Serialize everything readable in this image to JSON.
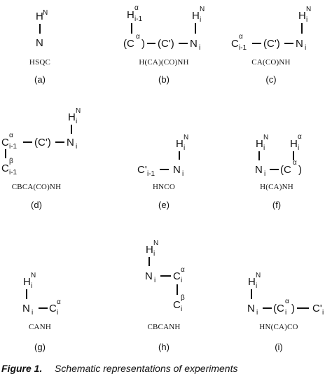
{
  "panels": {
    "a": {
      "name": "HSQC",
      "tag": "(a)"
    },
    "b": {
      "name": "H(CA)(CO)NH",
      "tag": "(b)"
    },
    "c": {
      "name": "CA(CO)NH",
      "tag": "(c)"
    },
    "d": {
      "name": "CBCA(CO)NH",
      "tag": "(d)"
    },
    "e": {
      "name": "HNCO",
      "tag": "(e)"
    },
    "f": {
      "name": "H(CA)NH",
      "tag": "(f)"
    },
    "g": {
      "name": "CANH",
      "tag": "(g)"
    },
    "h": {
      "name": "CBCANH",
      "tag": "(h)"
    },
    "i": {
      "name": "HN(CA)CO",
      "tag": "(i)"
    }
  },
  "symbols": {
    "H": "H",
    "N": "N",
    "C": "C",
    "Cp": "(C')",
    "Cprime": "C'",
    "paren_open": "(C",
    "paren_close": ")",
    "alpha": "α",
    "beta": "β",
    "i": "i",
    "i_minus_1": "i-1",
    "sup_N": "N"
  },
  "caption": {
    "prefix": "Figure 1.",
    "text": "Schematic representations of experiments"
  }
}
